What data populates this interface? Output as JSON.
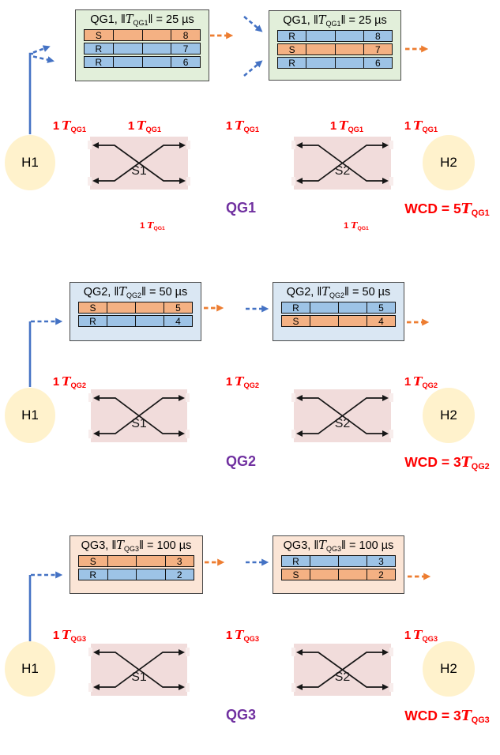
{
  "colors": {
    "bg": "#ffffff",
    "blue": "#4472c4",
    "orange": "#ed7d31",
    "red": "#fe0000",
    "purple": "#7030a0",
    "card-green": "#e2efda",
    "card-blue": "#dae7f3",
    "card-peach": "#fbe5d6",
    "row-orange": "#f4b183",
    "row-blue": "#9dc3e6",
    "switch-fill": "#f1dcdb",
    "switch-tab": "#f8edec",
    "host-fill": "#fff2cc",
    "table-border": "#111111"
  },
  "hosts": {
    "h1": "H1",
    "h2": "H2"
  },
  "switches": {
    "s1": "S1",
    "s2": "S2"
  },
  "sections": [
    {
      "group": "QG1",
      "card_title": {
        "pre": "QG1, ‖",
        "t": "T",
        "sub": "QG1",
        "post": "‖ = 25 µs"
      },
      "hop": {
        "n": "1",
        "t": "T",
        "sub": "QG1"
      },
      "wcd": {
        "pre": "WCD = 5",
        "t": "T",
        "sub": "QG1"
      },
      "cards": [
        {
          "rows": [
            {
              "type": "S",
              "value": "8",
              "color": "orange"
            },
            {
              "type": "R",
              "value": "7",
              "color": "blue"
            },
            {
              "type": "R",
              "value": "6",
              "color": "blue"
            }
          ]
        },
        {
          "rows": [
            {
              "type": "R",
              "value": "8",
              "color": "blue"
            },
            {
              "type": "S",
              "value": "7",
              "color": "orange"
            },
            {
              "type": "R",
              "value": "6",
              "color": "blue"
            }
          ]
        }
      ]
    },
    {
      "group": "QG2",
      "card_title": {
        "pre": "QG2, ‖",
        "t": "T",
        "sub": "QG2",
        "post": "‖ = 50 µs"
      },
      "hop": {
        "n": "1",
        "t": "T",
        "sub": "QG2"
      },
      "wcd": {
        "pre": "WCD = 3",
        "t": "T",
        "sub": "QG2"
      },
      "cards": [
        {
          "rows": [
            {
              "type": "S",
              "value": "5",
              "color": "orange"
            },
            {
              "type": "R",
              "value": "4",
              "color": "blue"
            }
          ]
        },
        {
          "rows": [
            {
              "type": "R",
              "value": "5",
              "color": "blue"
            },
            {
              "type": "S",
              "value": "4",
              "color": "orange"
            }
          ]
        }
      ]
    },
    {
      "group": "QG3",
      "card_title": {
        "pre": "QG3, ‖",
        "t": "T",
        "sub": "QG3",
        "post": "‖ = 100 µs"
      },
      "hop": {
        "n": "1",
        "t": "T",
        "sub": "QG3"
      },
      "wcd": {
        "pre": "WCD = 3",
        "t": "T",
        "sub": "QG3"
      },
      "cards": [
        {
          "rows": [
            {
              "type": "S",
              "value": "3",
              "color": "orange"
            },
            {
              "type": "R",
              "value": "2",
              "color": "blue"
            }
          ]
        },
        {
          "rows": [
            {
              "type": "R",
              "value": "3",
              "color": "blue"
            },
            {
              "type": "S",
              "value": "2",
              "color": "orange"
            }
          ]
        }
      ]
    }
  ]
}
